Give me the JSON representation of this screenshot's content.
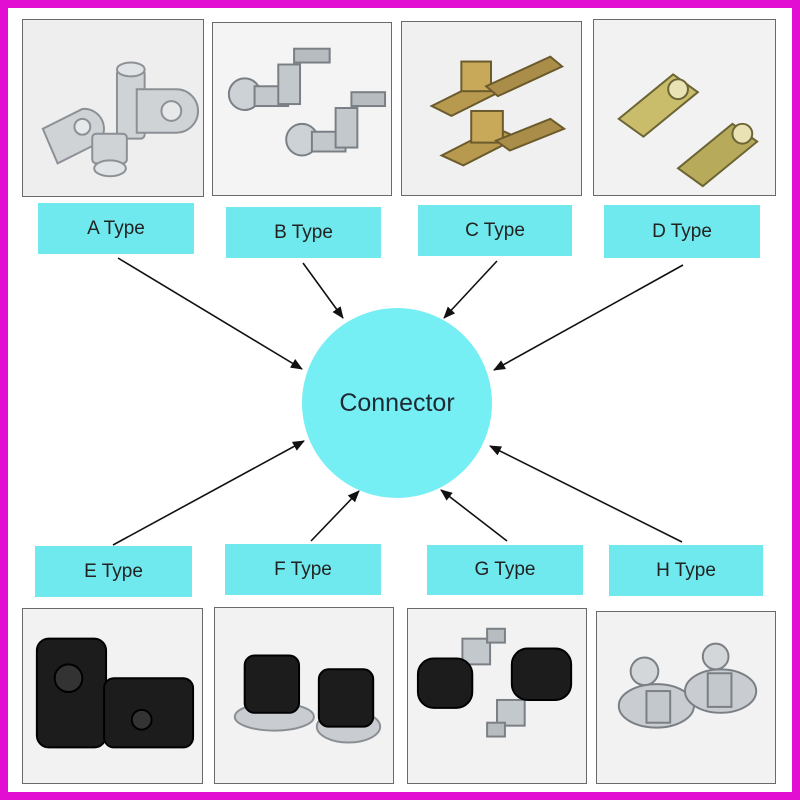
{
  "colors": {
    "border": "#e20fd2",
    "label_bg": "#6fe8ee",
    "center_bg": "#75eef4",
    "arrow": "#111111"
  },
  "center": {
    "label": "Connector"
  },
  "types": [
    {
      "label": "A Type",
      "finish": "zinc"
    },
    {
      "label": "B Type",
      "finish": "zinc"
    },
    {
      "label": "C Type",
      "finish": "yellow-zinc"
    },
    {
      "label": "D Type",
      "finish": "yellow-zinc"
    },
    {
      "label": "E Type",
      "finish": "black-plastic"
    },
    {
      "label": "F Type",
      "finish": "black-plastic"
    },
    {
      "label": "G Type",
      "finish": "black-plastic"
    },
    {
      "label": "H Type",
      "finish": "zinc"
    }
  ]
}
